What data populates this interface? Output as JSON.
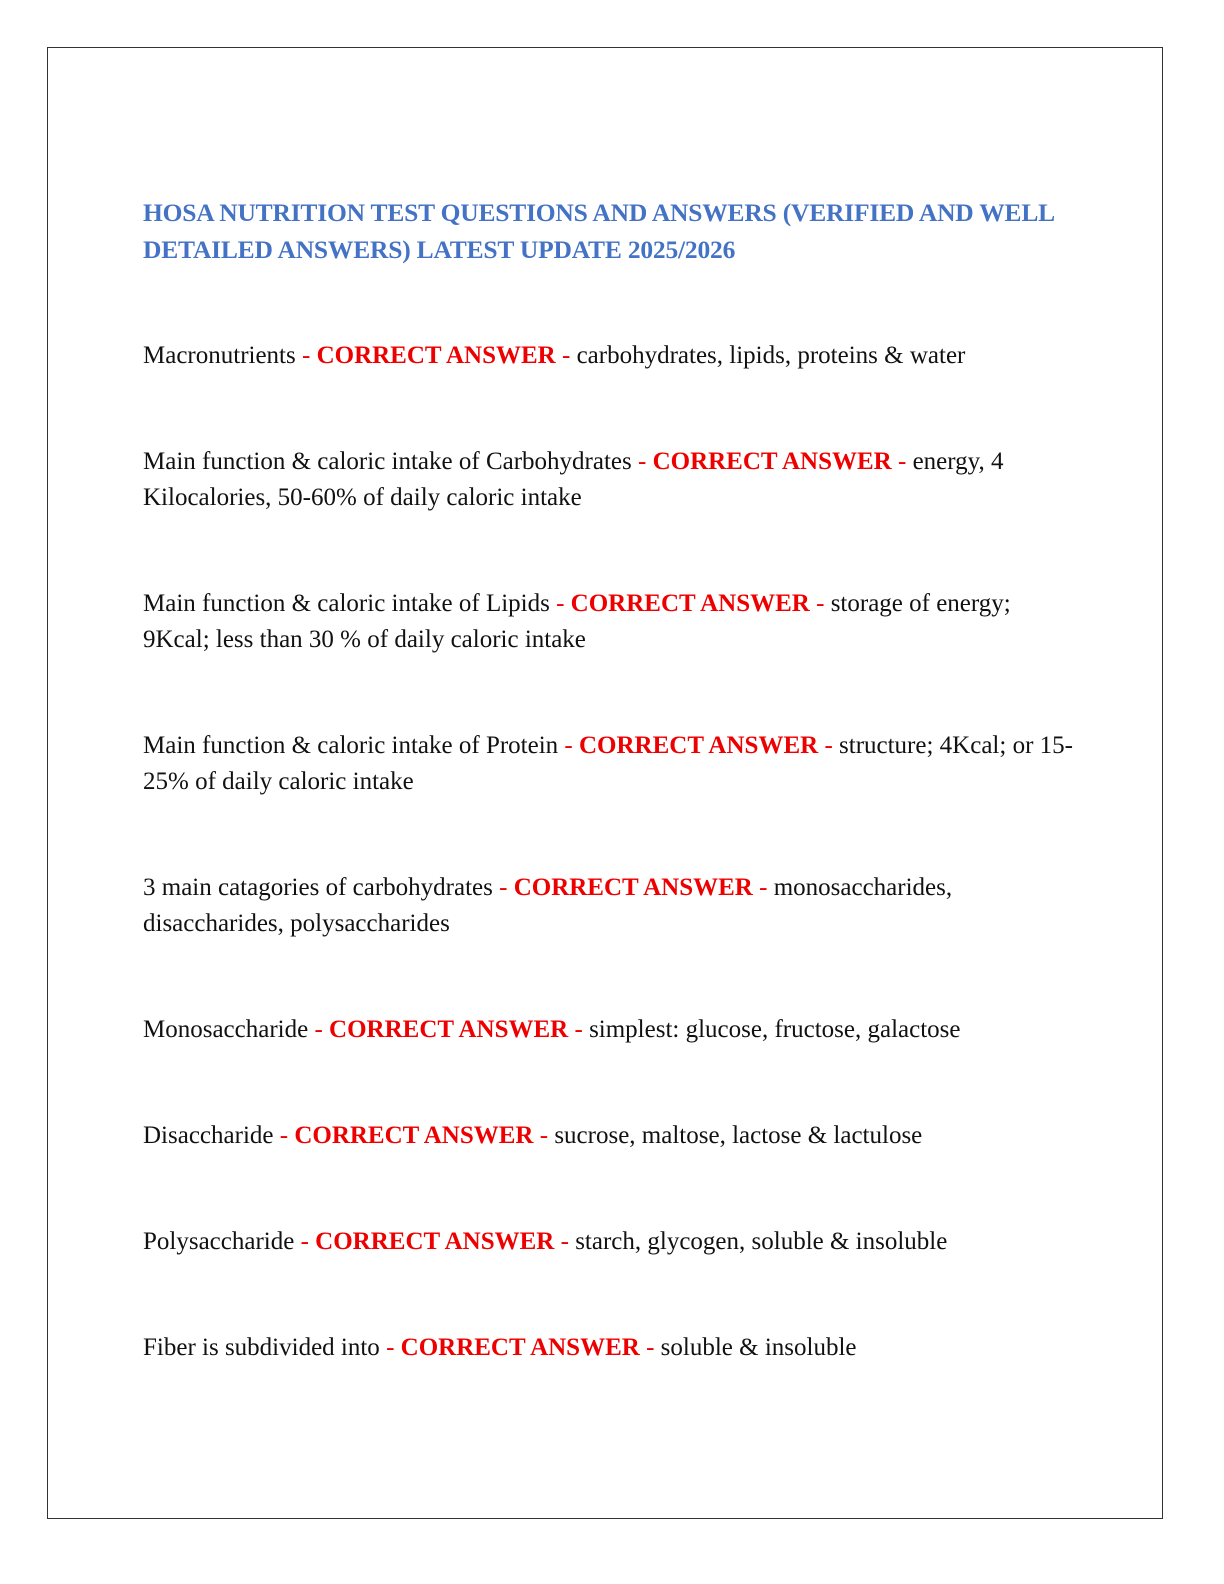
{
  "document": {
    "title": "HOSA NUTRITION TEST QUESTIONS AND ANSWERS (VERIFIED AND WELL DETAILED ANSWERS) LATEST UPDATE 2025/2026",
    "separator_before": " - ",
    "answer_label": "CORRECT ANSWER",
    "separator_after": " - ",
    "accent_color": "#4472c4",
    "answer_color": "#ee0000"
  },
  "qa": [
    {
      "question": "Macronutrients",
      "answer": "carbohydrates, lipids, proteins & water"
    },
    {
      "question": "Main function & caloric intake of Carbohydrates",
      "answer": "energy, 4 Kilocalories, 50-60% of daily caloric intake"
    },
    {
      "question": "Main function & caloric intake of Lipids",
      "answer": "storage of energy; 9Kcal; less than 30 % of daily caloric intake"
    },
    {
      "question": "Main function & caloric intake of Protein",
      "answer": "structure; 4Kcal; or 15-25% of daily caloric intake"
    },
    {
      "question": "3 main catagories of carbohydrates",
      "answer": "monosaccharides, disaccharides, polysaccharides"
    },
    {
      "question": "Monosaccharide",
      "answer": "simplest: glucose, fructose, galactose"
    },
    {
      "question": "Disaccharide",
      "answer": "sucrose, maltose, lactose & lactulose"
    },
    {
      "question": "Polysaccharide",
      "answer": "starch, glycogen, soluble & insoluble"
    },
    {
      "question": "Fiber is subdivided into",
      "answer": "soluble & insoluble"
    }
  ]
}
